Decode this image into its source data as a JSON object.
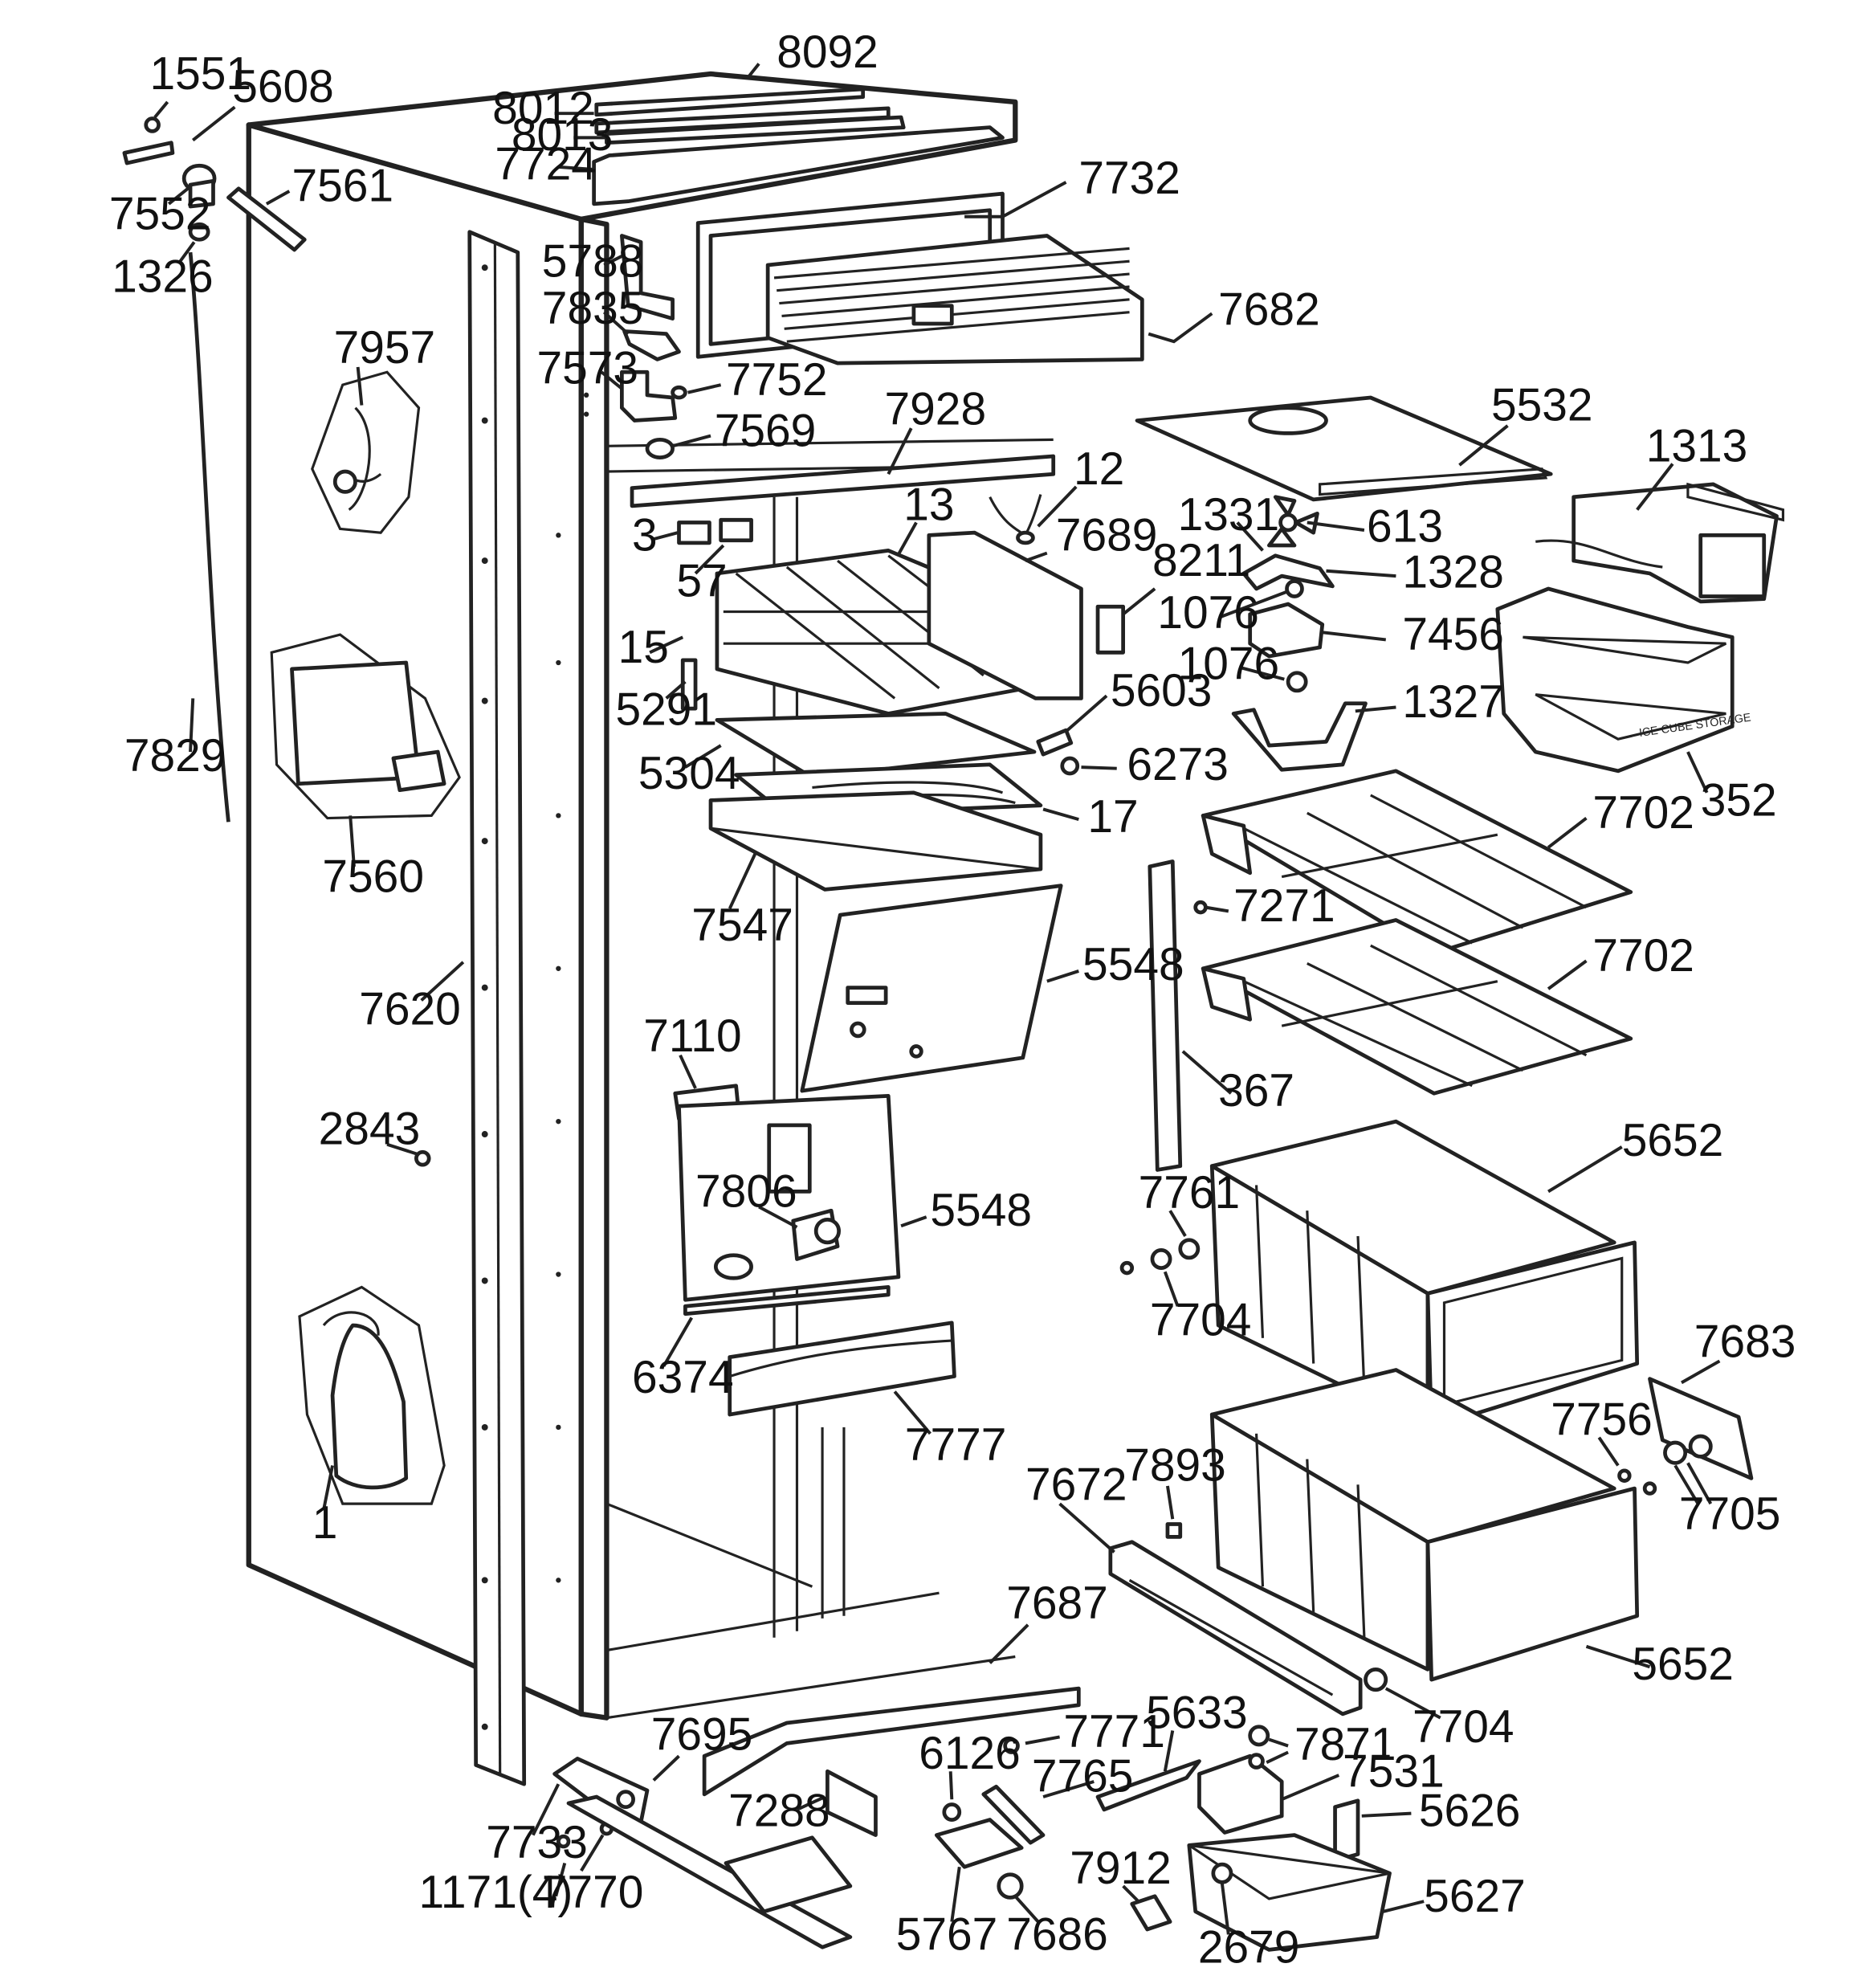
{
  "diagram": {
    "type": "exploded-parts-view",
    "labels": [
      {
        "id": "p8092",
        "text": "8092"
      },
      {
        "id": "p1551",
        "text": "1551"
      },
      {
        "id": "p5608",
        "text": "5608"
      },
      {
        "id": "p8012",
        "text": "8012"
      },
      {
        "id": "p8013",
        "text": "8013"
      },
      {
        "id": "p7724",
        "text": "7724"
      },
      {
        "id": "p7552",
        "text": "7552"
      },
      {
        "id": "p7561",
        "text": "7561"
      },
      {
        "id": "p7732",
        "text": "7732"
      },
      {
        "id": "p1326",
        "text": "1326"
      },
      {
        "id": "p5788",
        "text": "5788"
      },
      {
        "id": "p7835",
        "text": "7835"
      },
      {
        "id": "p7682",
        "text": "7682"
      },
      {
        "id": "p7957",
        "text": "7957"
      },
      {
        "id": "p7573",
        "text": "7573"
      },
      {
        "id": "p7752",
        "text": "7752"
      },
      {
        "id": "p5532",
        "text": "5532"
      },
      {
        "id": "p7928",
        "text": "7928"
      },
      {
        "id": "p7569",
        "text": "7569"
      },
      {
        "id": "p1313",
        "text": "1313"
      },
      {
        "id": "p12",
        "text": "12"
      },
      {
        "id": "p1331",
        "text": "1331"
      },
      {
        "id": "p613",
        "text": "613"
      },
      {
        "id": "p13",
        "text": "13"
      },
      {
        "id": "p7689",
        "text": "7689"
      },
      {
        "id": "p3",
        "text": "3"
      },
      {
        "id": "p8211",
        "text": "8211"
      },
      {
        "id": "p1328",
        "text": "1328"
      },
      {
        "id": "p57",
        "text": "57"
      },
      {
        "id": "p1076a",
        "text": "1076"
      },
      {
        "id": "p7456",
        "text": "7456"
      },
      {
        "id": "p15",
        "text": "15"
      },
      {
        "id": "p1076b",
        "text": "1076"
      },
      {
        "id": "p5603",
        "text": "5603"
      },
      {
        "id": "p5291",
        "text": "5291"
      },
      {
        "id": "p1327",
        "text": "1327"
      },
      {
        "id": "p7829",
        "text": "7829"
      },
      {
        "id": "p6273",
        "text": "6273"
      },
      {
        "id": "p5304",
        "text": "5304"
      },
      {
        "id": "p352",
        "text": "352"
      },
      {
        "id": "p17",
        "text": "17"
      },
      {
        "id": "p7702a",
        "text": "7702"
      },
      {
        "id": "p7560",
        "text": "7560"
      },
      {
        "id": "p7271",
        "text": "7271"
      },
      {
        "id": "p7547",
        "text": "7547"
      },
      {
        "id": "p7702b",
        "text": "7702"
      },
      {
        "id": "p5548a",
        "text": "5548"
      },
      {
        "id": "p7620",
        "text": "7620"
      },
      {
        "id": "p7110",
        "text": "7110"
      },
      {
        "id": "p367",
        "text": "367"
      },
      {
        "id": "p2843",
        "text": "2843"
      },
      {
        "id": "p5652a",
        "text": "5652"
      },
      {
        "id": "p7806",
        "text": "7806"
      },
      {
        "id": "p7761",
        "text": "7761"
      },
      {
        "id": "p5548b",
        "text": "5548"
      },
      {
        "id": "p7704a",
        "text": "7704"
      },
      {
        "id": "p6374",
        "text": "6374"
      },
      {
        "id": "p7683",
        "text": "7683"
      },
      {
        "id": "p7777",
        "text": "7777"
      },
      {
        "id": "p7756",
        "text": "7756"
      },
      {
        "id": "p7893",
        "text": "7893"
      },
      {
        "id": "p7672",
        "text": "7672"
      },
      {
        "id": "p7705",
        "text": "7705"
      },
      {
        "id": "p1",
        "text": "1"
      },
      {
        "id": "p7687",
        "text": "7687"
      },
      {
        "id": "p5652b",
        "text": "5652"
      },
      {
        "id": "p7704b",
        "text": "7704"
      },
      {
        "id": "p5633",
        "text": "5633"
      },
      {
        "id": "p7695",
        "text": "7695"
      },
      {
        "id": "p7771",
        "text": "7771"
      },
      {
        "id": "p7871",
        "text": "7871"
      },
      {
        "id": "p6126",
        "text": "6126"
      },
      {
        "id": "p7765",
        "text": "7765"
      },
      {
        "id": "p7531",
        "text": "7531"
      },
      {
        "id": "p7288",
        "text": "7288"
      },
      {
        "id": "p5626",
        "text": "5626"
      },
      {
        "id": "p7733",
        "text": "7733"
      },
      {
        "id": "p7912",
        "text": "7912"
      },
      {
        "id": "p1171",
        "text": "1171(4)"
      },
      {
        "id": "p7770",
        "text": "7770"
      },
      {
        "id": "p5627",
        "text": "5627"
      },
      {
        "id": "p5767",
        "text": "5767"
      },
      {
        "id": "p7686",
        "text": "7686"
      },
      {
        "id": "p2679",
        "text": "2679"
      }
    ],
    "ice_bin_lettering": "ICE CUBE STORAGE"
  }
}
